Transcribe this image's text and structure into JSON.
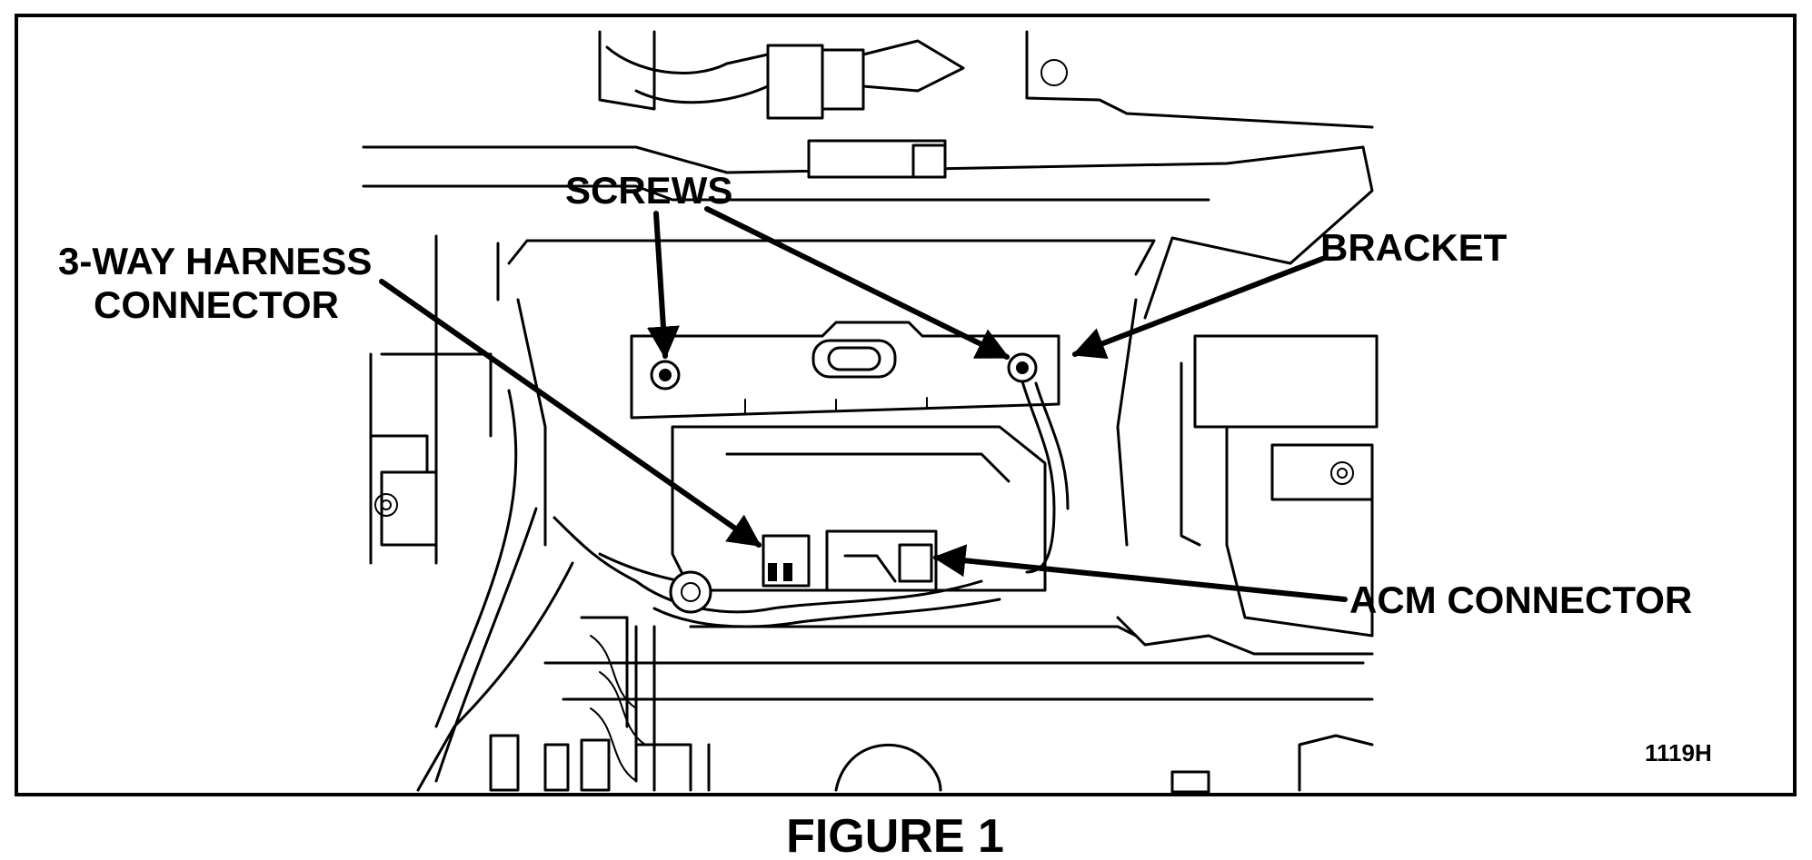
{
  "figure": {
    "caption": "FIGURE 1",
    "code": "1119H",
    "labels": {
      "screws": "SCREWS",
      "harness_line1": "3-WAY HARNESS",
      "harness_line2": "CONNECTOR",
      "bracket": "BRACKET",
      "acm_connector": "ACM CONNECTOR"
    }
  }
}
